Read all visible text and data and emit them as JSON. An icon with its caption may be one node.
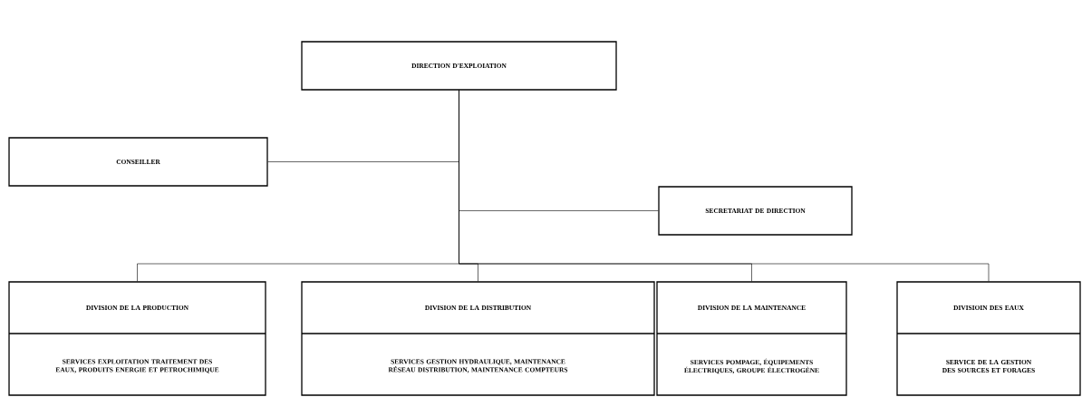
{
  "diagram": {
    "nodes": [
      {
        "text": [
          "DIRECTION D'EXPLOIATION"
        ]
      },
      {
        "text": [
          "CONSEILLER"
        ]
      },
      {
        "text": [
          "SECRETARIAT DE DIRECTION"
        ]
      },
      {
        "text": [
          "DIVISION DE LA PRODUCTION",
          "SERVICES EXPLOITATION TRAITEMENT DES EAUX, PRODUITS ENERGIE ET PETROCHIMIQUE"
        ]
      },
      {
        "text": [
          "DIVISION DE LA DISTRIBUTION",
          "SERVICES GESTION HYDRAULIQUE, MAINTENANCE RÉSEAU DISTRIBUTION, MAINTENANCE COMPTEURS"
        ]
      },
      {
        "text": [
          "DIVISION DE LA MAINTENANCE",
          "SERVICES POMPAGE, ÉQUIPEMENTS ÉLECTRIQUES, GROUPE ÉLECTROGÈNE"
        ]
      },
      {
        "text": [
          "DIVISIOIN DES EAUX",
          "SERVICE DE LA GESTION DES SOURCES ET FORAGES"
        ]
      }
    ],
    "edges": [
      {
        "from": 0,
        "to": 1,
        "arrow": "none"
      },
      {
        "from": 0,
        "to": 2,
        "arrow": "none"
      },
      {
        "from": 0,
        "to": 3,
        "arrow": "none"
      },
      {
        "from": 0,
        "to": 4,
        "arrow": "none"
      },
      {
        "from": 0,
        "to": 5,
        "arrow": "none"
      },
      {
        "from": 0,
        "to": 6,
        "arrow": "none"
      }
    ]
  }
}
